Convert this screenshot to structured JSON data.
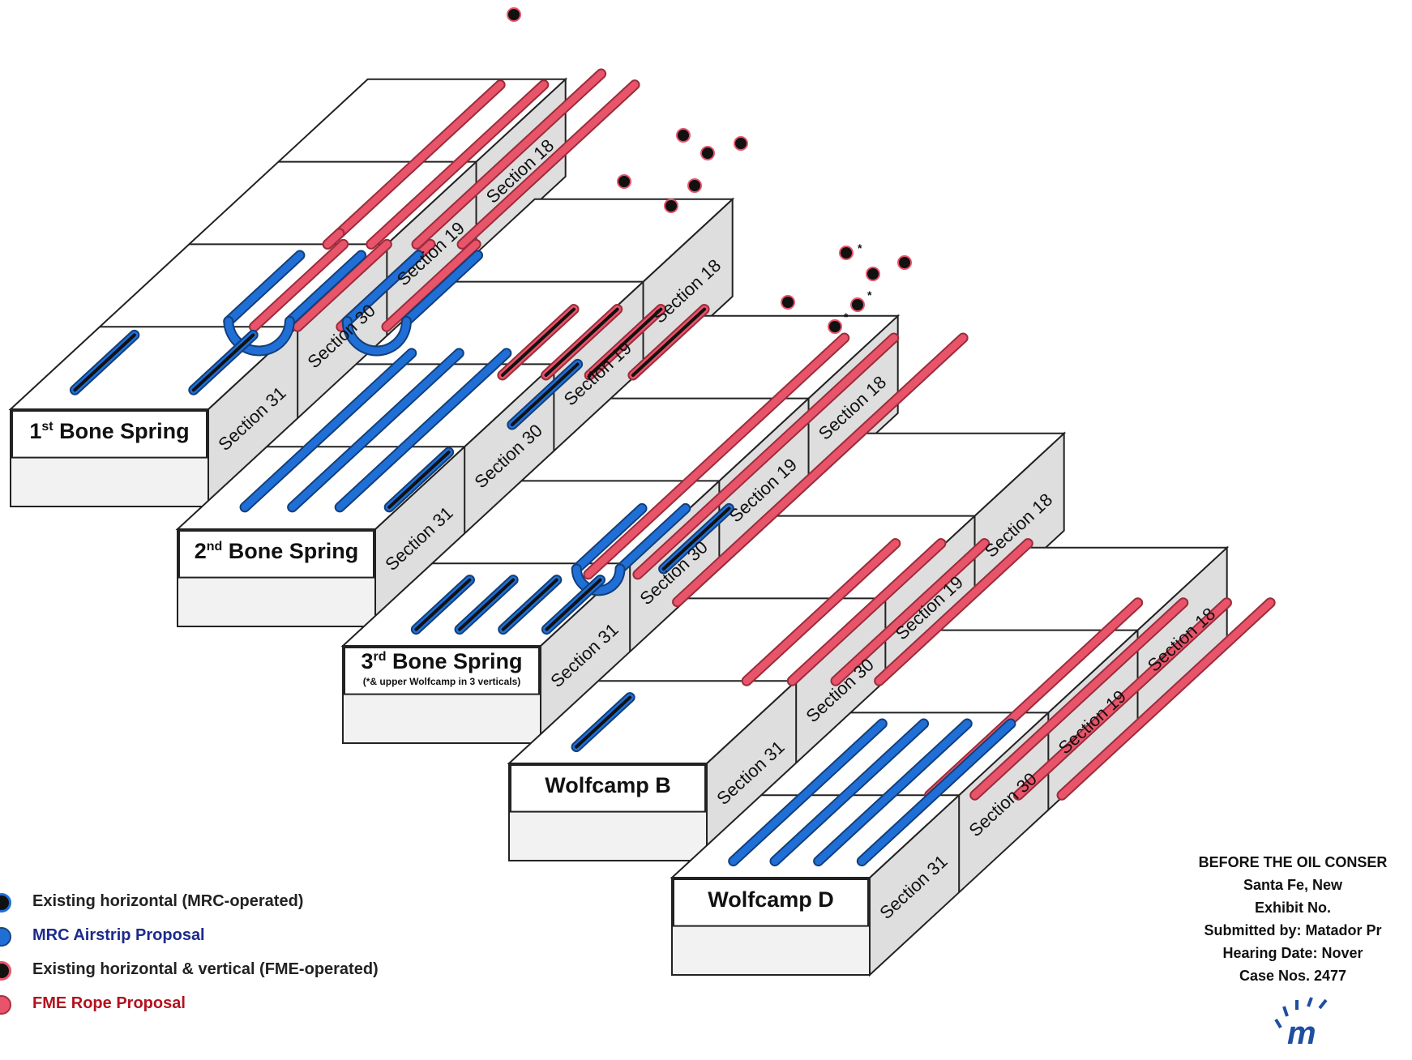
{
  "colors": {
    "mrc_blue": "#1f6fd6",
    "fme_red": "#e8546a",
    "black": "#111111",
    "mrc_legend_text": "#1c2a8c",
    "fme_legend_text": "#b3121e",
    "side_gray": "#dedede"
  },
  "formations": [
    {
      "name": "1st Bone Spring",
      "name_base": "1",
      "name_sup": "st",
      "name_rest": " Bone Spring",
      "note": "",
      "sections": [
        "Section 18",
        "Section 19",
        "Section 30",
        "Section 31"
      ]
    },
    {
      "name": "2nd Bone Spring",
      "name_base": "2",
      "name_sup": "nd",
      "name_rest": " Bone Spring",
      "note": "",
      "sections": [
        "Section 18",
        "Section 19",
        "Section 30",
        "Section 31"
      ]
    },
    {
      "name": "3rd Bone Spring",
      "name_base": "3",
      "name_sup": "rd",
      "name_rest": " Bone Spring",
      "note": "(*& upper Wolfcamp in 3 verticals)",
      "sections": [
        "Section 18",
        "Section 19",
        "Section 30",
        "Section 31"
      ]
    },
    {
      "name": "Wolfcamp B",
      "name_base": "Wolfcamp B",
      "name_sup": "",
      "name_rest": "",
      "note": "",
      "sections": [
        "Section 18",
        "Section 19",
        "Section 30",
        "Section 31"
      ]
    },
    {
      "name": "Wolfcamp D",
      "name_base": "Wolfcamp D",
      "name_sup": "",
      "name_rest": "",
      "note": "",
      "sections": [
        "Section 18",
        "Section 19",
        "Section 30",
        "Section 31"
      ]
    }
  ],
  "legend": [
    {
      "label": "Existing horizontal (MRC-operated)",
      "icon": "black-dot-blue-ring",
      "color": "#1f6fd6",
      "text_color": "#222222"
    },
    {
      "label": "MRC Airstrip Proposal",
      "icon": "blue-dot",
      "color": "#1f6fd6",
      "text_color": "#1c2a8c"
    },
    {
      "label": "Existing horizontal & vertical (FME-operated)",
      "icon": "black-dot-red-ring",
      "color": "#e8546a",
      "text_color": "#222222"
    },
    {
      "label": "FME Rope Proposal",
      "icon": "red-dot",
      "color": "#e8546a",
      "text_color": "#b3121e"
    }
  ],
  "stamp": {
    "line1": "BEFORE THE OIL CONSER",
    "line2": "Santa Fe, New",
    "line3": "Exhibit No.",
    "line4": "Submitted by: Matador Pr",
    "line5": "Hearing Date:  Nover",
    "line6": "Case Nos. 2477"
  }
}
